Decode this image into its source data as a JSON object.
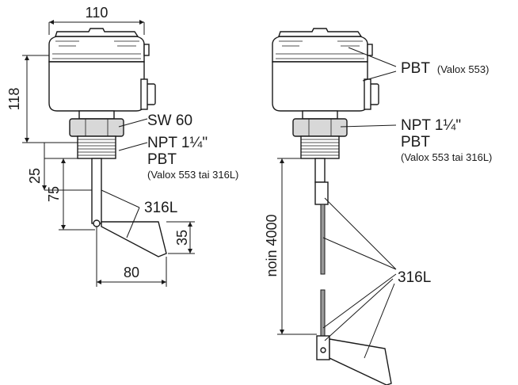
{
  "left_view": {
    "dim_width": "110",
    "dim_height": "118",
    "dim_thread": "25",
    "dim_rod": "75",
    "dim_paddle_h": "35",
    "dim_paddle_w": "80",
    "label_wrench": "SW 60",
    "label_thread": "NPT 1¼\"",
    "label_material": "PBT",
    "label_material_note": "(Valox 553 tai 316L)",
    "label_steel": "316L"
  },
  "right_view": {
    "label_housing": "PBT",
    "label_housing_note": "(Valox 553)",
    "label_thread": "NPT 1¼\"",
    "label_material": "PBT",
    "label_material_note": "(Valox 553 tai 316L)",
    "dim_length": "noin 4000",
    "label_steel": "316L"
  }
}
